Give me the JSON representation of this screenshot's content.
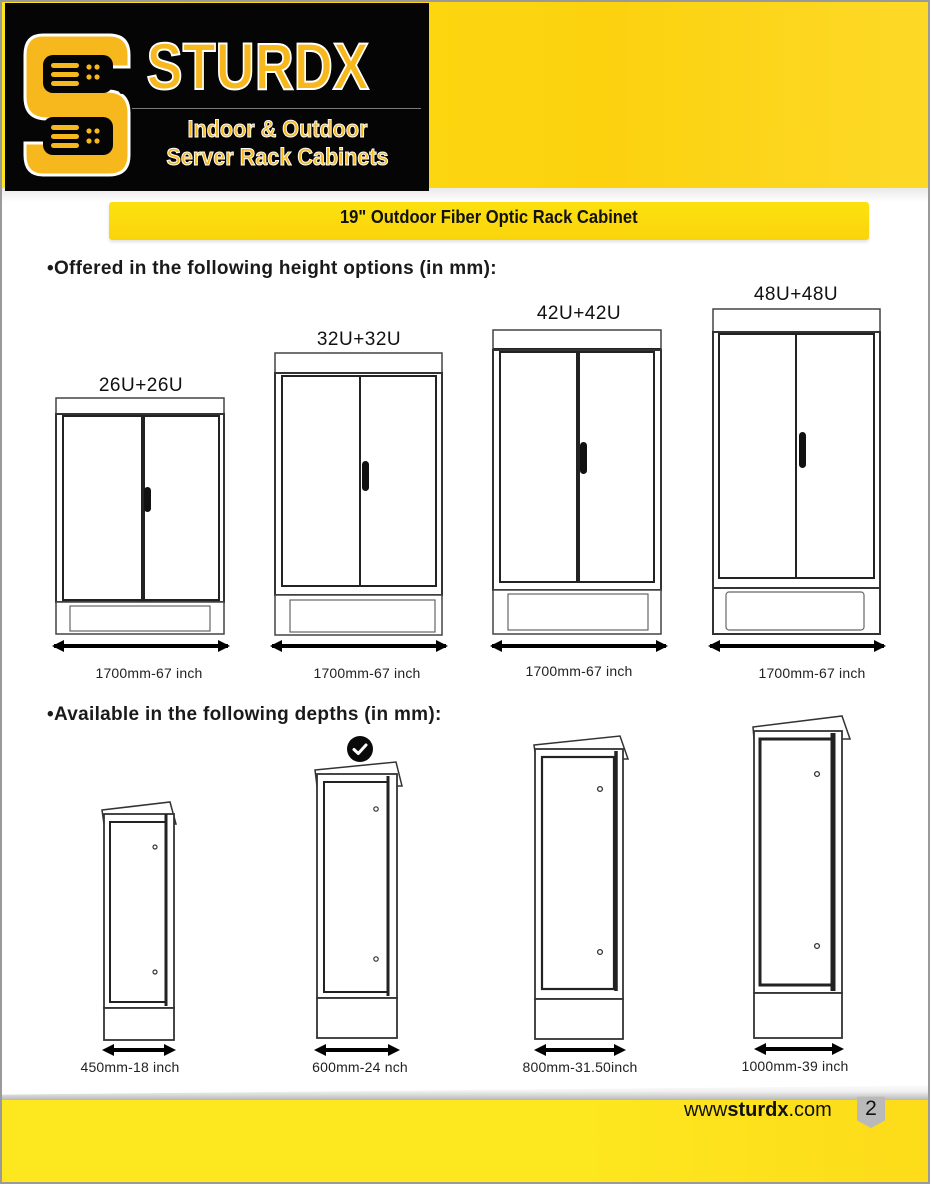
{
  "brand": {
    "name": "STURDX",
    "tagline_line1": "Indoor & Outdoor",
    "tagline_line2": "Server Rack Cabinets",
    "icon": "server-s-logo-icon",
    "colors": {
      "logo_bg": "#050505",
      "logo_gold": "#f7b81e",
      "header_yellow": "#fdd810"
    }
  },
  "title": "19\" Outdoor Fiber Optic Rack Cabinet",
  "heights_section": {
    "heading": "•Offered in the following height options (in mm):",
    "items": [
      {
        "label": "26U+26U",
        "dimension": "1700mm-67 inch"
      },
      {
        "label": "32U+32U",
        "dimension": "1700mm-67 inch"
      },
      {
        "label": "42U+42U",
        "dimension": "1700mm-67 inch"
      },
      {
        "label": "48U+48U",
        "dimension": "1700mm-67 inch"
      }
    ]
  },
  "depths_section": {
    "heading": "•Available in the following depths (in mm):",
    "selected_icon": "check-circle-icon",
    "items": [
      {
        "dimension": "450mm-18 inch",
        "selected": false
      },
      {
        "dimension": "600mm-24 nch",
        "selected": true
      },
      {
        "dimension": "800mm-31.50inch",
        "selected": false
      },
      {
        "dimension": "1000mm-39 inch",
        "selected": false
      }
    ]
  },
  "footer": {
    "url_prefix": "www",
    "url_bold": "sturdx",
    "url_suffix": ".com",
    "page_number": "2"
  }
}
